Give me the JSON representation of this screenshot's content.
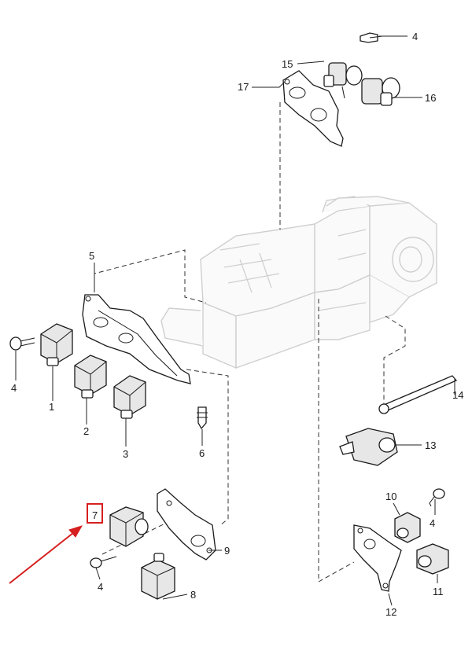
{
  "diagram": {
    "labels": {
      "p1": "1",
      "p2": "2",
      "p3": "3",
      "p4a": "4",
      "p4b": "4",
      "p4c": "4",
      "p4d": "4",
      "p5": "5",
      "p6": "6",
      "p7": "7",
      "p8": "8",
      "p9": "9",
      "p10": "10",
      "p11": "11",
      "p12": "12",
      "p13": "13",
      "p14": "14",
      "p15": "15",
      "p16": "16",
      "p17": "17"
    },
    "highlight": {
      "part": "7",
      "color": "#d61f1f"
    }
  }
}
